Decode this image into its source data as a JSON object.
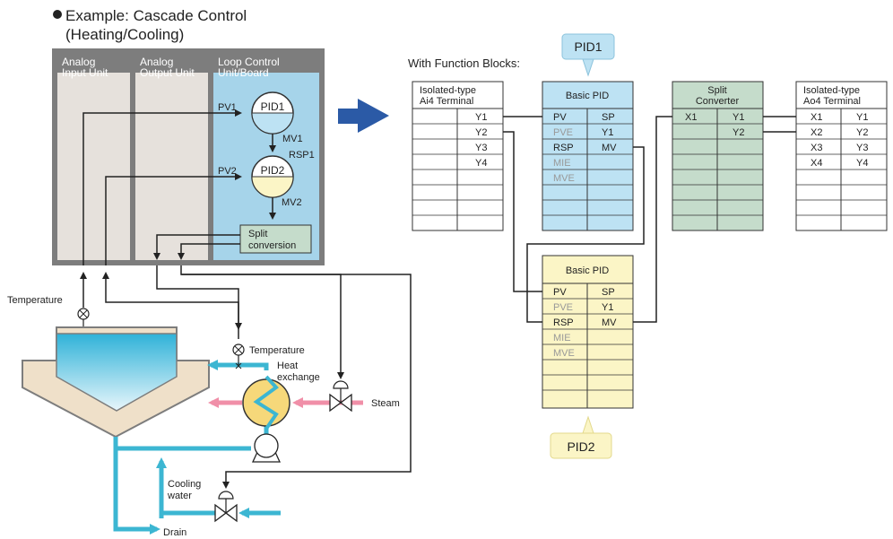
{
  "title": {
    "line1": "Example: Cascade Control",
    "line2": "(Heating/Cooling)"
  },
  "units": {
    "analog_input": [
      "Analog",
      "Input Unit"
    ],
    "analog_output": [
      "Analog",
      "Output Unit"
    ],
    "loop_control": [
      "Loop Control",
      "Unit/Board"
    ]
  },
  "loop": {
    "pid1": "PID1",
    "pid2": "PID2",
    "pv1": "PV1",
    "pv2": "PV2",
    "mv1": "MV1",
    "rsp1": "RSP1",
    "mv2": "MV2",
    "split": [
      "Split",
      "conversion"
    ]
  },
  "process": {
    "temperature_tank": "Temperature",
    "temperature_hx": "Temperature",
    "heat_exchange": [
      "Heat",
      "exchange"
    ],
    "steam": "Steam",
    "cooling_water": [
      "Cooling",
      "water"
    ],
    "drain": "Drain"
  },
  "function_blocks": {
    "caption": "With Function Blocks:",
    "pid1_callout": "PID1",
    "pid2_callout": "PID2",
    "ai4": {
      "title": [
        "Isolated-type",
        "Ai4 Terminal"
      ],
      "right": [
        "Y1",
        "Y2",
        "Y3",
        "Y4"
      ]
    },
    "basic_pid_1": {
      "title": "Basic PID",
      "left": [
        "PV",
        "PVE",
        "RSP",
        "MIE",
        "MVE"
      ],
      "right": [
        "SP",
        "Y1",
        "MV"
      ]
    },
    "split_converter": {
      "title": [
        "Split",
        "Converter"
      ],
      "left": [
        "X1"
      ],
      "right": [
        "Y1",
        "Y2"
      ]
    },
    "ao4": {
      "title": [
        "Isolated-type",
        "Ao4 Terminal"
      ],
      "left": [
        "X1",
        "X2",
        "X3",
        "X4"
      ],
      "right": [
        "Y1",
        "Y2",
        "Y3",
        "Y4"
      ]
    },
    "basic_pid_2": {
      "title": "Basic PID",
      "left": [
        "PV",
        "PVE",
        "RSP",
        "MIE",
        "MVE"
      ],
      "right": [
        "SP",
        "Y1",
        "MV"
      ]
    }
  },
  "colors": {
    "unit_gray": "#7d7d7d",
    "unit_fill": "#e6e1dc",
    "loop_fill": "#a6d4ea",
    "pid1_fill": "#bde2f3",
    "pid2_fill": "#fbf5c6",
    "split_fill": "#c5dccb",
    "water": "#3cb6d2",
    "steam": "#f08fa8",
    "arrow": "#2b5aa6"
  }
}
